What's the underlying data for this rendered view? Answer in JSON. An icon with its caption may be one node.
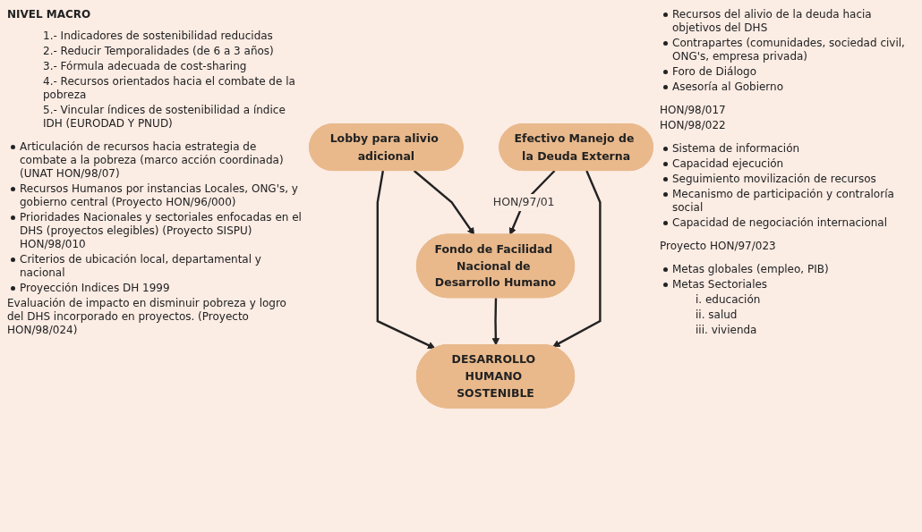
{
  "diagram": {
    "nodes": [
      {
        "text": [
          "Lobby para alivio adicional"
        ]
      },
      {
        "text": [
          "Fondo de Facilidad Nacional de Desarrollo Humano"
        ]
      },
      {
        "text": [
          "Efectivo Manejo de la Deuda Externa"
        ]
      },
      {
        "text": [
          "DESARROLLO HUMANO SOSTENIBLE"
        ]
      }
    ],
    "edges": [
      {
        "from": 0,
        "to": 1,
        "arrow": "to"
      },
      {
        "from": 0,
        "to": 3,
        "arrow": "to"
      },
      {
        "from": 1,
        "to": 3,
        "arrow": "to"
      },
      {
        "from": 2,
        "to": 1,
        "arrow": "to",
        "label": "HON/97/01"
      },
      {
        "from": 2,
        "to": 3,
        "arrow": "to"
      }
    ],
    "labels": [
      "NIVEL MACRO",
      "1.- Indicadores de sostenibilidad reducidas",
      "2.- Reducir Temporalidades (de 6 a 3 años)",
      "3.- Fórmula adecuada de cost-sharing",
      "4.- Recursos orientados hacia el combate de la pobreza",
      "5.- Vincular índices de sostenibilidad a índice IDH (EURODAD Y PNUD)",
      "Articulación de recursos hacia estrategia de combate a la pobreza (marco acción coordinada) (UNAT HON/98/07)",
      "Recursos Humanos por instancias Locales, ONG's, y gobierno central (Proyecto HON/96/000)",
      "Prioridades Nacionales y sectoriales enfocadas en el DHS (proyectos elegibles) (Proyecto SISPU) HON/98/010",
      "Criterios de ubicación local, departamental y nacional",
      "Proyección Indices DH 1999",
      "Evaluación de impacto en disminuir pobreza y logro del DHS incorporado en proyectos. (Proyecto HON/98/024)",
      "Recursos del alivio de la deuda hacia objetivos del DHS",
      "Contrapartes (comunidades, sociedad civil, ONG's, empresa privada)",
      "Foro de Diálogo",
      "Asesoría al Gobierno",
      "HON/98/017",
      "HON/98/022",
      "Sistema de información",
      "Capacidad ejecución",
      "Seguimiento movilización de recursos",
      "Mecanismo de participación y contraloría social",
      "Capacidad de negociación internacional",
      "Proyecto HON/97/023",
      "Metas globales (empleo, PIB)",
      "Metas Sectoriales",
      "i. educación",
      "ii. salud",
      "iii. vivienda"
    ]
  }
}
